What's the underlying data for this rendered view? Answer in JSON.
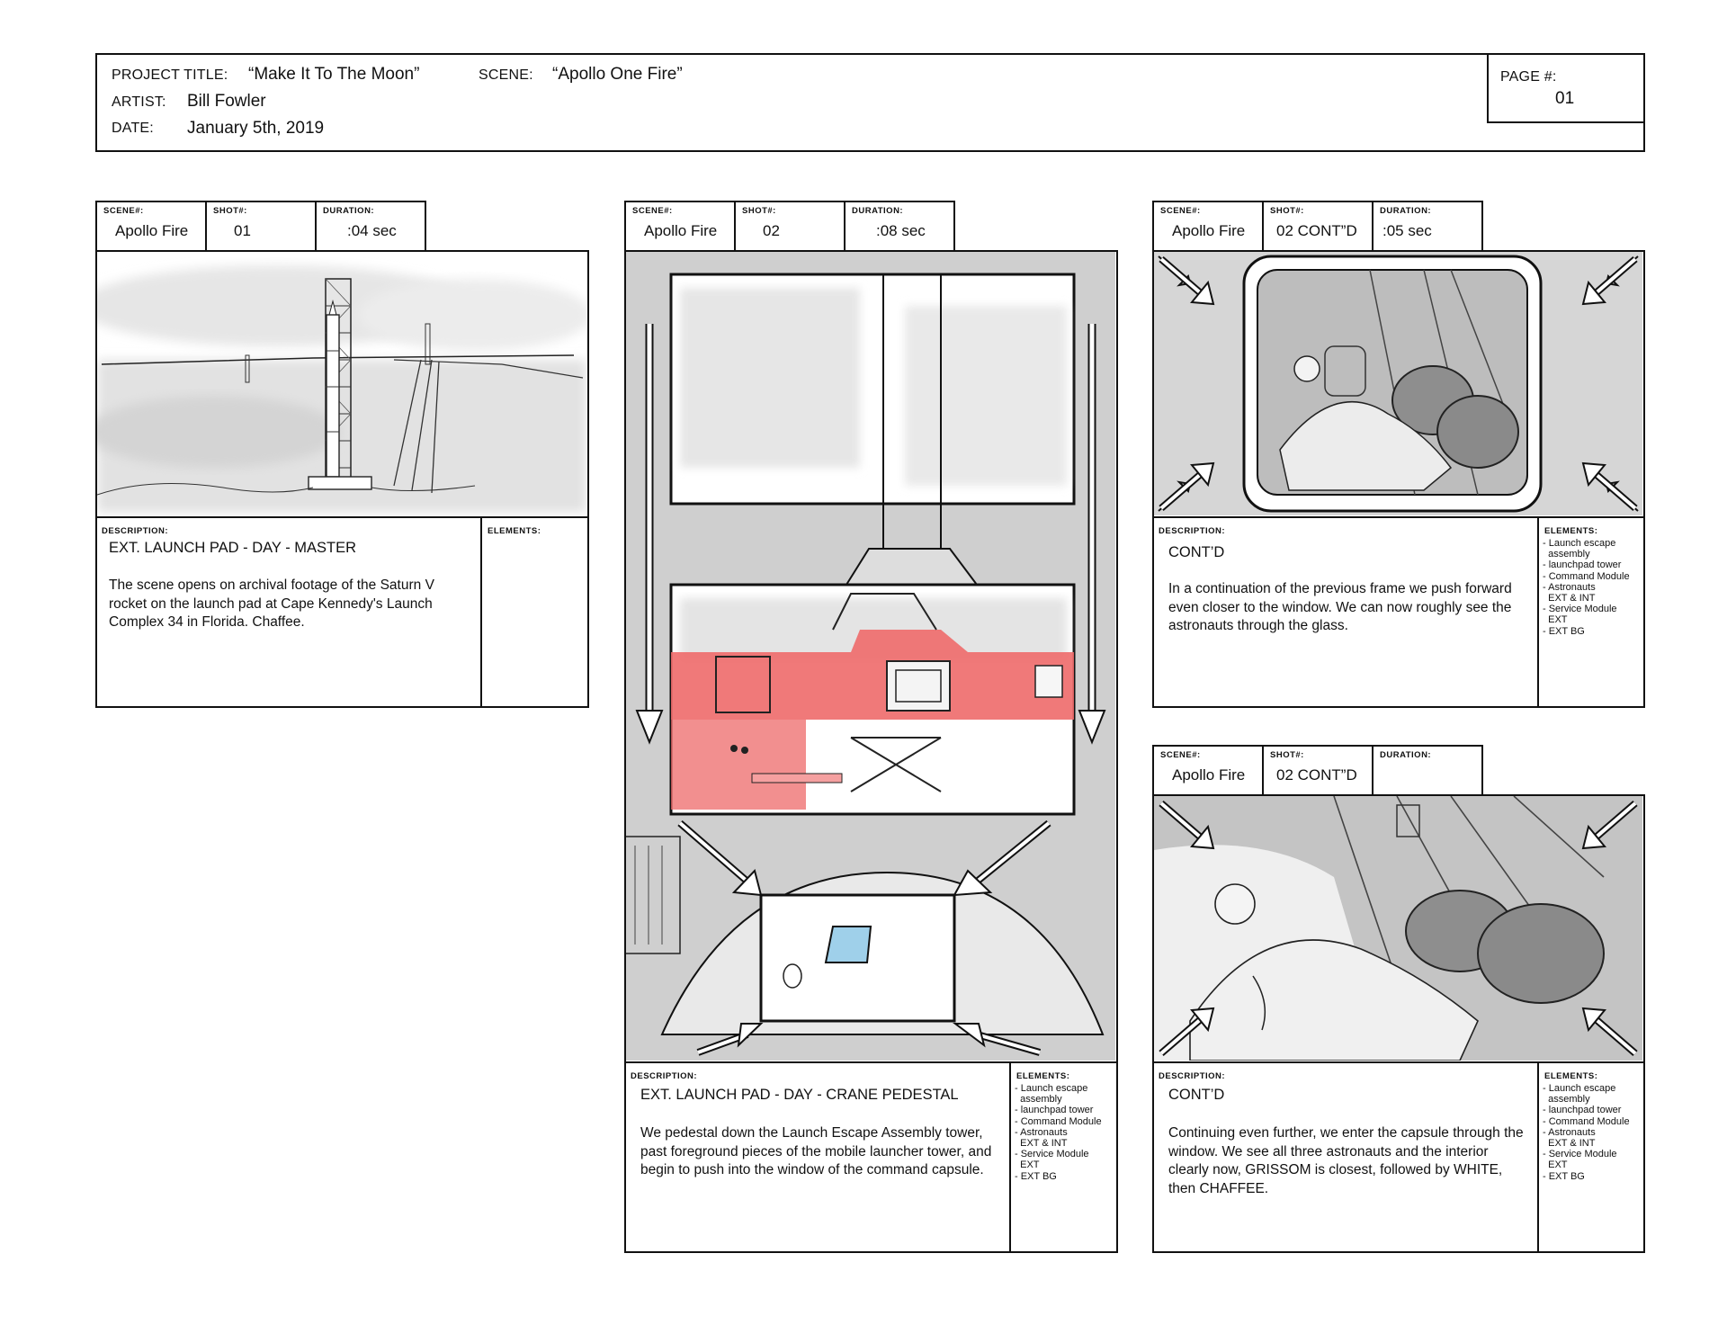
{
  "header": {
    "project_title_label": "PROJECT TITLE:",
    "project_title": "“Make It To The Moon”",
    "scene_label": "SCENE:",
    "scene": "“Apollo One Fire”",
    "artist_label": "ARTIST:",
    "artist": "Bill Fowler",
    "date_label": "DATE:",
    "date": "January 5th, 2019",
    "page_label": "PAGE #:",
    "page_number": "01"
  },
  "labels": {
    "scene": "SCENE#:",
    "shot": "SHOT#:",
    "duration": "DURATION:",
    "description": "DESCRIPTION:",
    "elements": "ELEMENTS:"
  },
  "panels": [
    {
      "scene": "Apollo Fire",
      "shot": "01",
      "duration": ":04 sec",
      "heading": "EXT. LAUNCH PAD - DAY - MASTER",
      "description": "The scene opens on archival footage of the Saturn V rocket on the launch pad at Cape Kennedy's Launch Complex 34 in Florida. Chaffee.",
      "elements": []
    },
    {
      "scene": "Apollo Fire",
      "shot": "02",
      "duration": ":08 sec",
      "heading": "EXT. LAUNCH PAD - DAY - CRANE PEDESTAL",
      "description": "We pedestal down the Launch Escape Assembly tower, past foreground pieces of the mobile launcher tower, and begin to push into the window of the command capsule.",
      "elements": [
        "- Launch escape",
        "  assembly",
        "- launchpad tower",
        "- Command Module",
        "- Astronauts",
        "  EXT & INT",
        "- Service Module",
        "  EXT",
        "- EXT BG"
      ]
    },
    {
      "scene": "Apollo Fire",
      "shot": "02 CONT”D",
      "duration": ":05 sec",
      "heading": "CONT’D",
      "description": "In a continuation of the previous frame we push forward even closer to the window. We can now roughly see the astronauts through the glass.",
      "elements": [
        "- Launch escape",
        "  assembly",
        "- launchpad tower",
        "- Command Module",
        "- Astronauts",
        "  EXT & INT",
        "- Service Module",
        "  EXT",
        "- EXT BG"
      ]
    },
    {
      "scene": "Apollo Fire",
      "shot": "02 CONT”D",
      "duration": "",
      "heading": "CONT’D",
      "description": "Continuing even further, we enter the capsule through the window. We see all three astronauts and the interior clearly now, GRISSOM is closest, followed by WHITE, then CHAFFEE.",
      "elements": [
        "- Launch escape",
        "  assembly",
        "- launchpad tower",
        "- Command Module",
        "- Astronauts",
        "  EXT & INT",
        "- Service Module",
        "  EXT",
        "- EXT BG"
      ]
    }
  ],
  "colors": {
    "ink": "#111111",
    "sketch_gray": "#cfcfcf",
    "highlight_red": "#ee6a6a",
    "window_blue": "#9fd0ea"
  }
}
